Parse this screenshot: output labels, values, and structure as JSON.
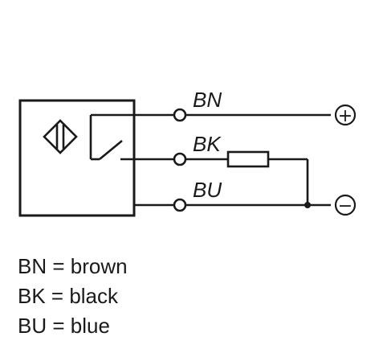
{
  "colors": {
    "line": "#1a1a1a",
    "background": "#ffffff"
  },
  "diagram": {
    "wires": [
      {
        "id": "bn",
        "label": "BN",
        "terminal": "+"
      },
      {
        "id": "bk",
        "label": "BK"
      },
      {
        "id": "bu",
        "label": "BU",
        "terminal": "−"
      }
    ],
    "sensor_icon": "inductive-sensor-symbol-icon",
    "switch_icon": "switch-contact-icon",
    "load_icon": "resistor-load-icon"
  },
  "legend": [
    {
      "text": "BN = brown"
    },
    {
      "text": "BK = black"
    },
    {
      "text": "BU = blue"
    }
  ]
}
